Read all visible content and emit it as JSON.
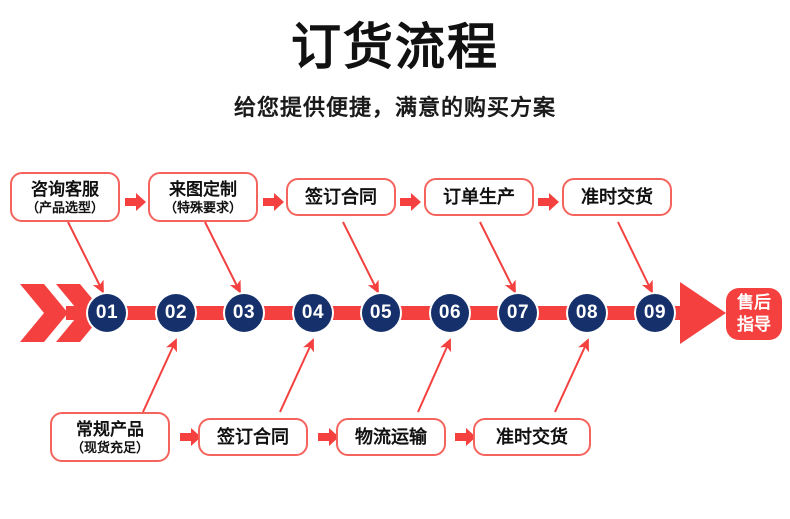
{
  "header": {
    "title": "订货流程",
    "subtitle": "给您提供便捷，满意的购买方案"
  },
  "colors": {
    "red": "#f4413f",
    "red_border": "#f4635c",
    "navy": "#15306b",
    "text": "#111111",
    "background": "#ffffff"
  },
  "top_steps": [
    {
      "line1": "咨询客服",
      "line2": "（产品选型）"
    },
    {
      "line1": "来图定制",
      "line2": "（特殊要求）"
    },
    {
      "line1": "签订合同",
      "line2": ""
    },
    {
      "line1": "订单生产",
      "line2": ""
    },
    {
      "line1": "准时交货",
      "line2": ""
    }
  ],
  "bottom_steps": [
    {
      "line1": "常规产品",
      "line2": "（现货充足）"
    },
    {
      "line1": "签订合同",
      "line2": ""
    },
    {
      "line1": "物流运输",
      "line2": ""
    },
    {
      "line1": "准时交货",
      "line2": ""
    }
  ],
  "timeline": {
    "nodes": [
      "01",
      "02",
      "03",
      "04",
      "05",
      "06",
      "07",
      "08",
      "09"
    ],
    "end_badge": {
      "line1": "售后",
      "line2": "指导"
    }
  }
}
